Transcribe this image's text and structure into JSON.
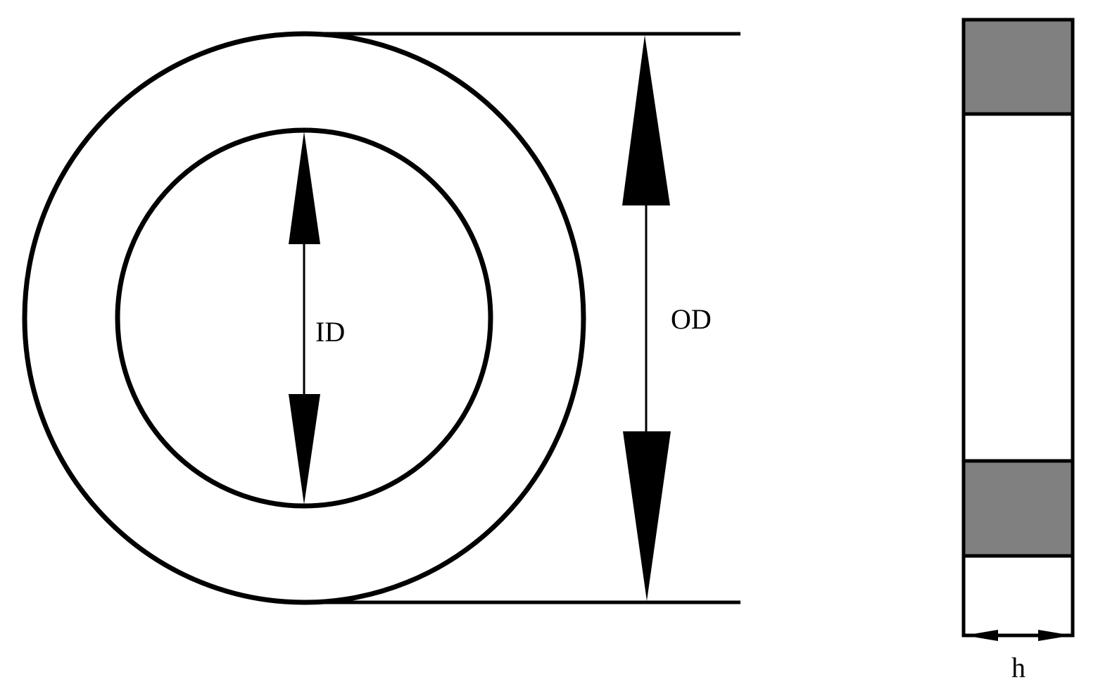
{
  "labels": {
    "inner_diameter": "ID",
    "outer_diameter": "OD",
    "height": "h"
  },
  "colors": {
    "line": "#000000",
    "section_fill": "#808080",
    "background": "#ffffff"
  }
}
